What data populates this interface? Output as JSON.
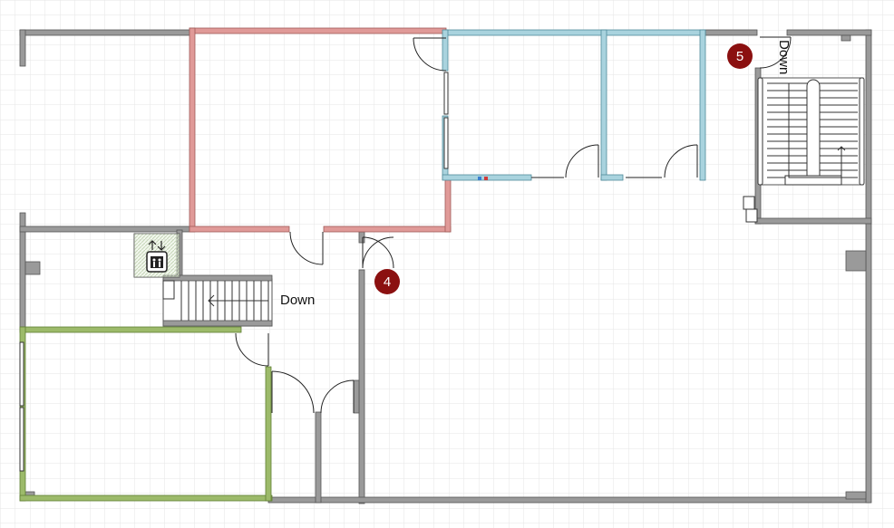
{
  "plan": {
    "markers": [
      {
        "id": "marker-4",
        "number": "4"
      },
      {
        "id": "marker-5",
        "number": "5"
      }
    ],
    "labels": {
      "stair_main_direction": "Down",
      "stair_east_direction": "Down"
    }
  },
  "colors": {
    "background": "#ffffff",
    "grid_line": "#e4e4e4",
    "wall_gray": "#9a9a9a",
    "wall_gray_edge": "#555555",
    "room_red": "#e09a98",
    "room_blue": "#a9d3de",
    "room_green": "#9cba6a",
    "marker_fill": "#8b1010",
    "elevator_fill": "#dcebd0"
  },
  "icons": {
    "elevator": "elevator-icon",
    "column": "column-icon",
    "door": "door-swing-icon",
    "window": "window-icon",
    "stair": "stair-icon"
  }
}
